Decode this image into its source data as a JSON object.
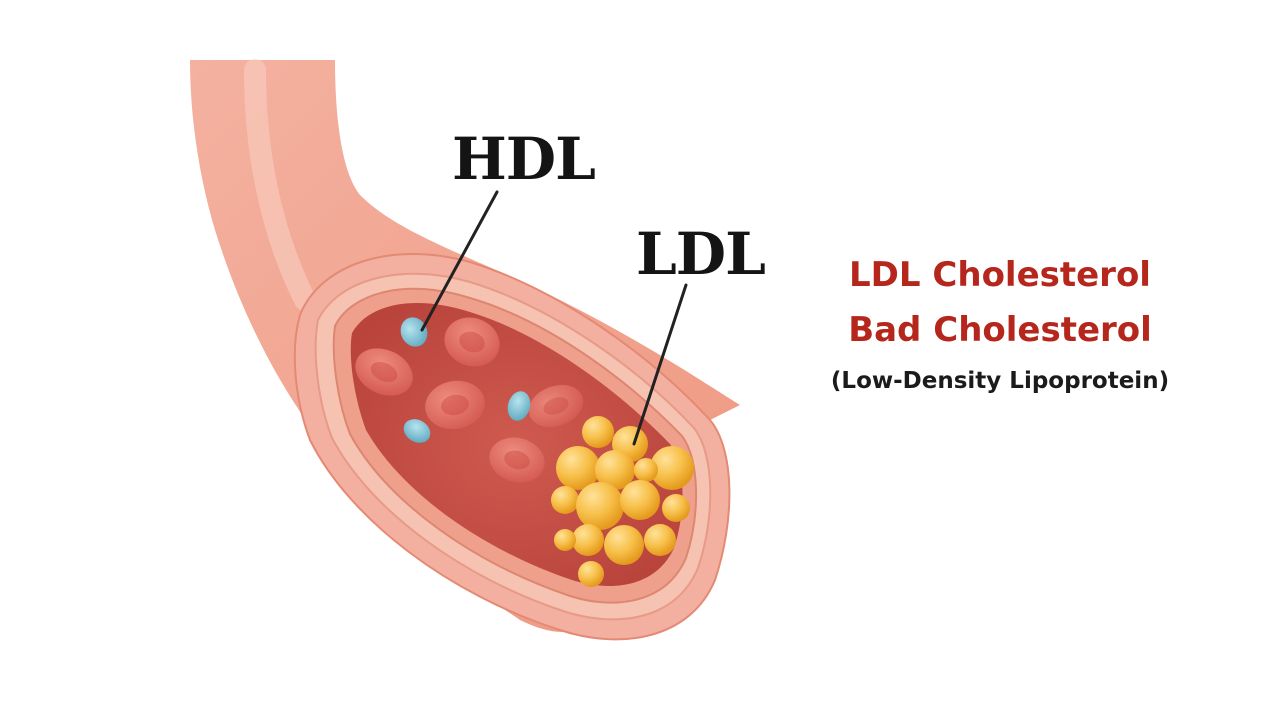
{
  "labels": {
    "hdl": "HDL",
    "ldl": "LDL"
  },
  "legend": {
    "title_line1": "LDL Cholesterol",
    "title_line2": "Bad Cholesterol",
    "subtitle": "(Low-Density Lipoprotein)"
  },
  "colors": {
    "background": "#ffffff",
    "legend_title": "#b5261c",
    "label_text": "#141414",
    "artery_wall": "#f0a08c",
    "lumen": "#c64e44",
    "red_blood_cell": "#df6a5f",
    "hdl_particle": "#7fc4d6",
    "ldl_plaque": "#f4b428"
  }
}
